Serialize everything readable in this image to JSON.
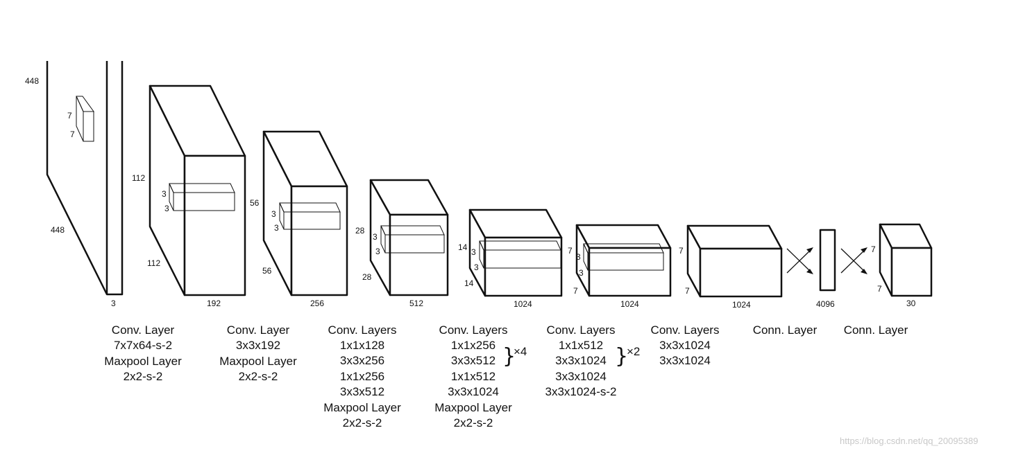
{
  "dim_labels": {
    "b1_h": "448",
    "b1_d": "448",
    "b1_w": "3",
    "k1_a": "7",
    "k1_b": "7",
    "b2_h": "112",
    "b2_d": "112",
    "b2_w": "192",
    "k2_a": "3",
    "k2_b": "3",
    "b3_h": "56",
    "b3_d": "56",
    "b3_w": "256",
    "k3_a": "3",
    "k3_b": "3",
    "b4_h": "28",
    "b4_d": "28",
    "b4_w": "512",
    "k4_a": "3",
    "k4_b": "3",
    "b5_h": "14",
    "b5_d": "14",
    "b5_w": "1024",
    "k5_a": "3",
    "k5_b": "3",
    "b6_h": "7",
    "b6_d": "7",
    "b6_w": "1024",
    "k6_a": "3",
    "k6_b": "3",
    "b7_h": "7",
    "b7_d": "7",
    "b7_w": "1024",
    "fc_w": "4096",
    "out_h": "7",
    "out_d": "7",
    "out_w": "30"
  },
  "captions": {
    "c1": [
      "Conv. Layer",
      "7x7x64-s-2",
      "Maxpool Layer",
      "2x2-s-2"
    ],
    "c2": [
      "Conv. Layer",
      "3x3x192",
      "Maxpool Layer",
      "2x2-s-2"
    ],
    "c3": [
      "Conv. Layers",
      "1x1x128",
      "3x3x256",
      "1x1x256",
      "3x3x512",
      "Maxpool Layer",
      "2x2-s-2"
    ],
    "c4": [
      "Conv. Layers",
      "1x1x256",
      "3x3x512",
      "1x1x512",
      "3x3x1024",
      "Maxpool Layer",
      "2x2-s-2"
    ],
    "c5": [
      "Conv. Layers",
      "1x1x512",
      "3x3x1024",
      "3x3x1024",
      "3x3x1024-s-2"
    ],
    "c6": [
      "Conv. Layers",
      "3x3x1024",
      "3x3x1024"
    ],
    "c7": [
      "Conn. Layer"
    ],
    "c8": [
      "Conn. Layer"
    ]
  },
  "repeats": {
    "r4": "×4",
    "r5": "×2"
  },
  "watermark": "https://blog.csdn.net/qq_20095389"
}
